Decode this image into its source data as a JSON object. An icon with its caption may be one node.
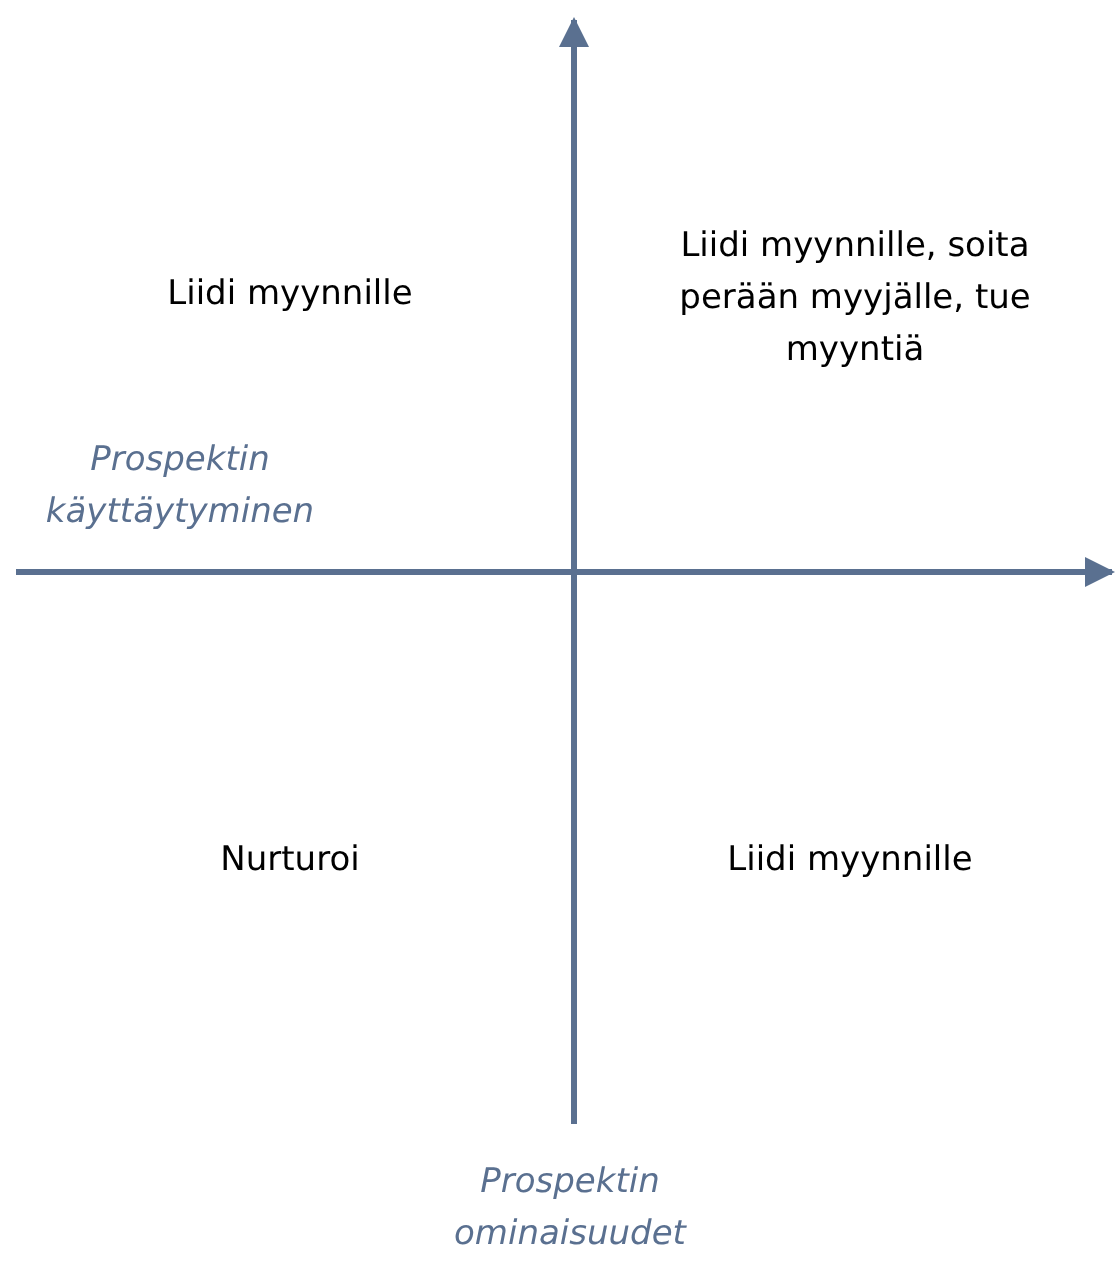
{
  "diagram": {
    "labels": [
      "Liidi myynnille",
      "Liidi myynnille, soita perään myyjälle, tue myyntiä",
      "Prospektin käyttäytyminen",
      "Nurturoi",
      "Liidi myynnille",
      "Prospektin ominaisuudet"
    ]
  }
}
